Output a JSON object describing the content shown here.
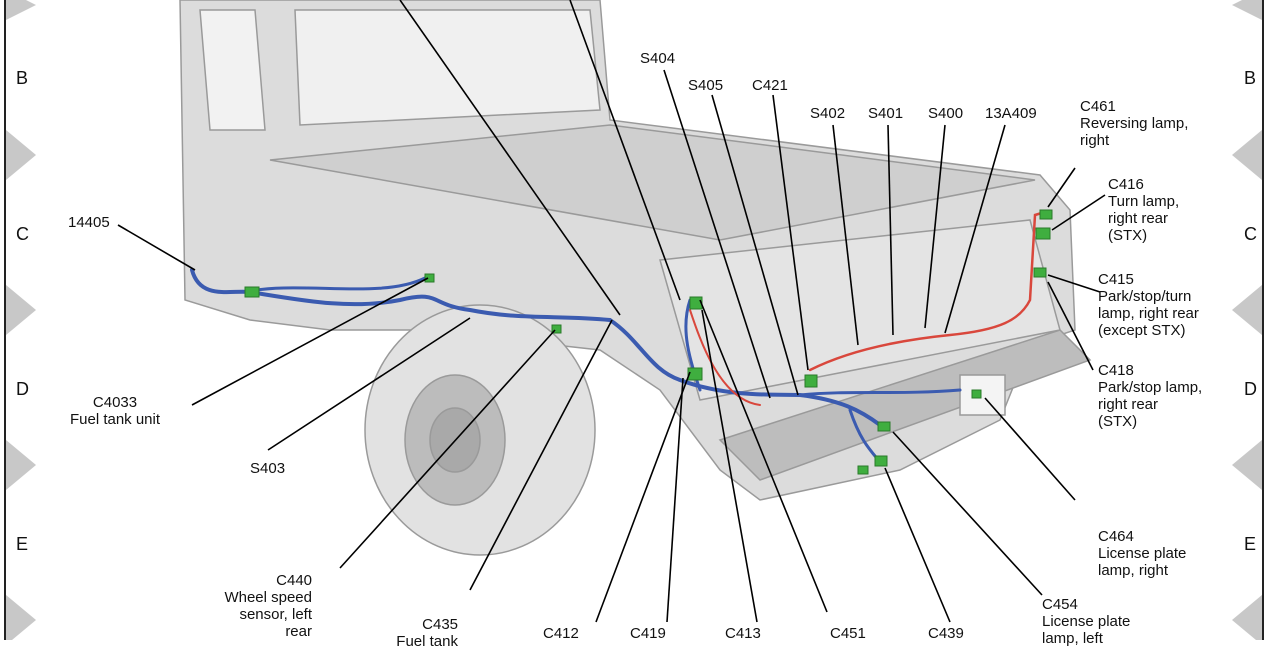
{
  "grid_rows": [
    "B",
    "C",
    "D",
    "E"
  ],
  "colors": {
    "wire_blue": "#3b5bb0",
    "wire_red": "#d9473c",
    "connector_green": "#3fae3f",
    "body_gray": "#d6d6d6"
  },
  "labels": {
    "s404": "S404",
    "s405": "S405",
    "c421": "C421",
    "s402": "S402",
    "s401": "S401",
    "s400": "S400",
    "n13a409": "13A409",
    "c461": {
      "id": "C461",
      "desc": [
        "Reversing lamp,",
        "right"
      ]
    },
    "c416": {
      "id": "C416",
      "desc": [
        "Turn lamp,",
        "right rear",
        "(STX)"
      ]
    },
    "c415": {
      "id": "C415",
      "desc": [
        "Park/stop/turn",
        "lamp, right rear",
        "(except STX)"
      ]
    },
    "c418": {
      "id": "C418",
      "desc": [
        "Park/stop lamp,",
        "right rear",
        "(STX)"
      ]
    },
    "c464": {
      "id": "C464",
      "desc": [
        "License plate",
        "lamp, right"
      ]
    },
    "c454": {
      "id": "C454",
      "desc": [
        "License plate",
        "lamp, left"
      ]
    },
    "n14405": "14405",
    "c4033": {
      "id": "C4033",
      "desc": [
        "Fuel tank unit"
      ]
    },
    "s403": "S403",
    "c440": {
      "id": "C440",
      "desc": [
        "Wheel speed",
        "sensor, left",
        "rear"
      ]
    },
    "c435": {
      "id": "C435",
      "desc": [
        "Fuel tank"
      ]
    },
    "c412": "C412",
    "c419": "C419",
    "c413": "C413",
    "c451": "C451",
    "c439": "C439"
  }
}
